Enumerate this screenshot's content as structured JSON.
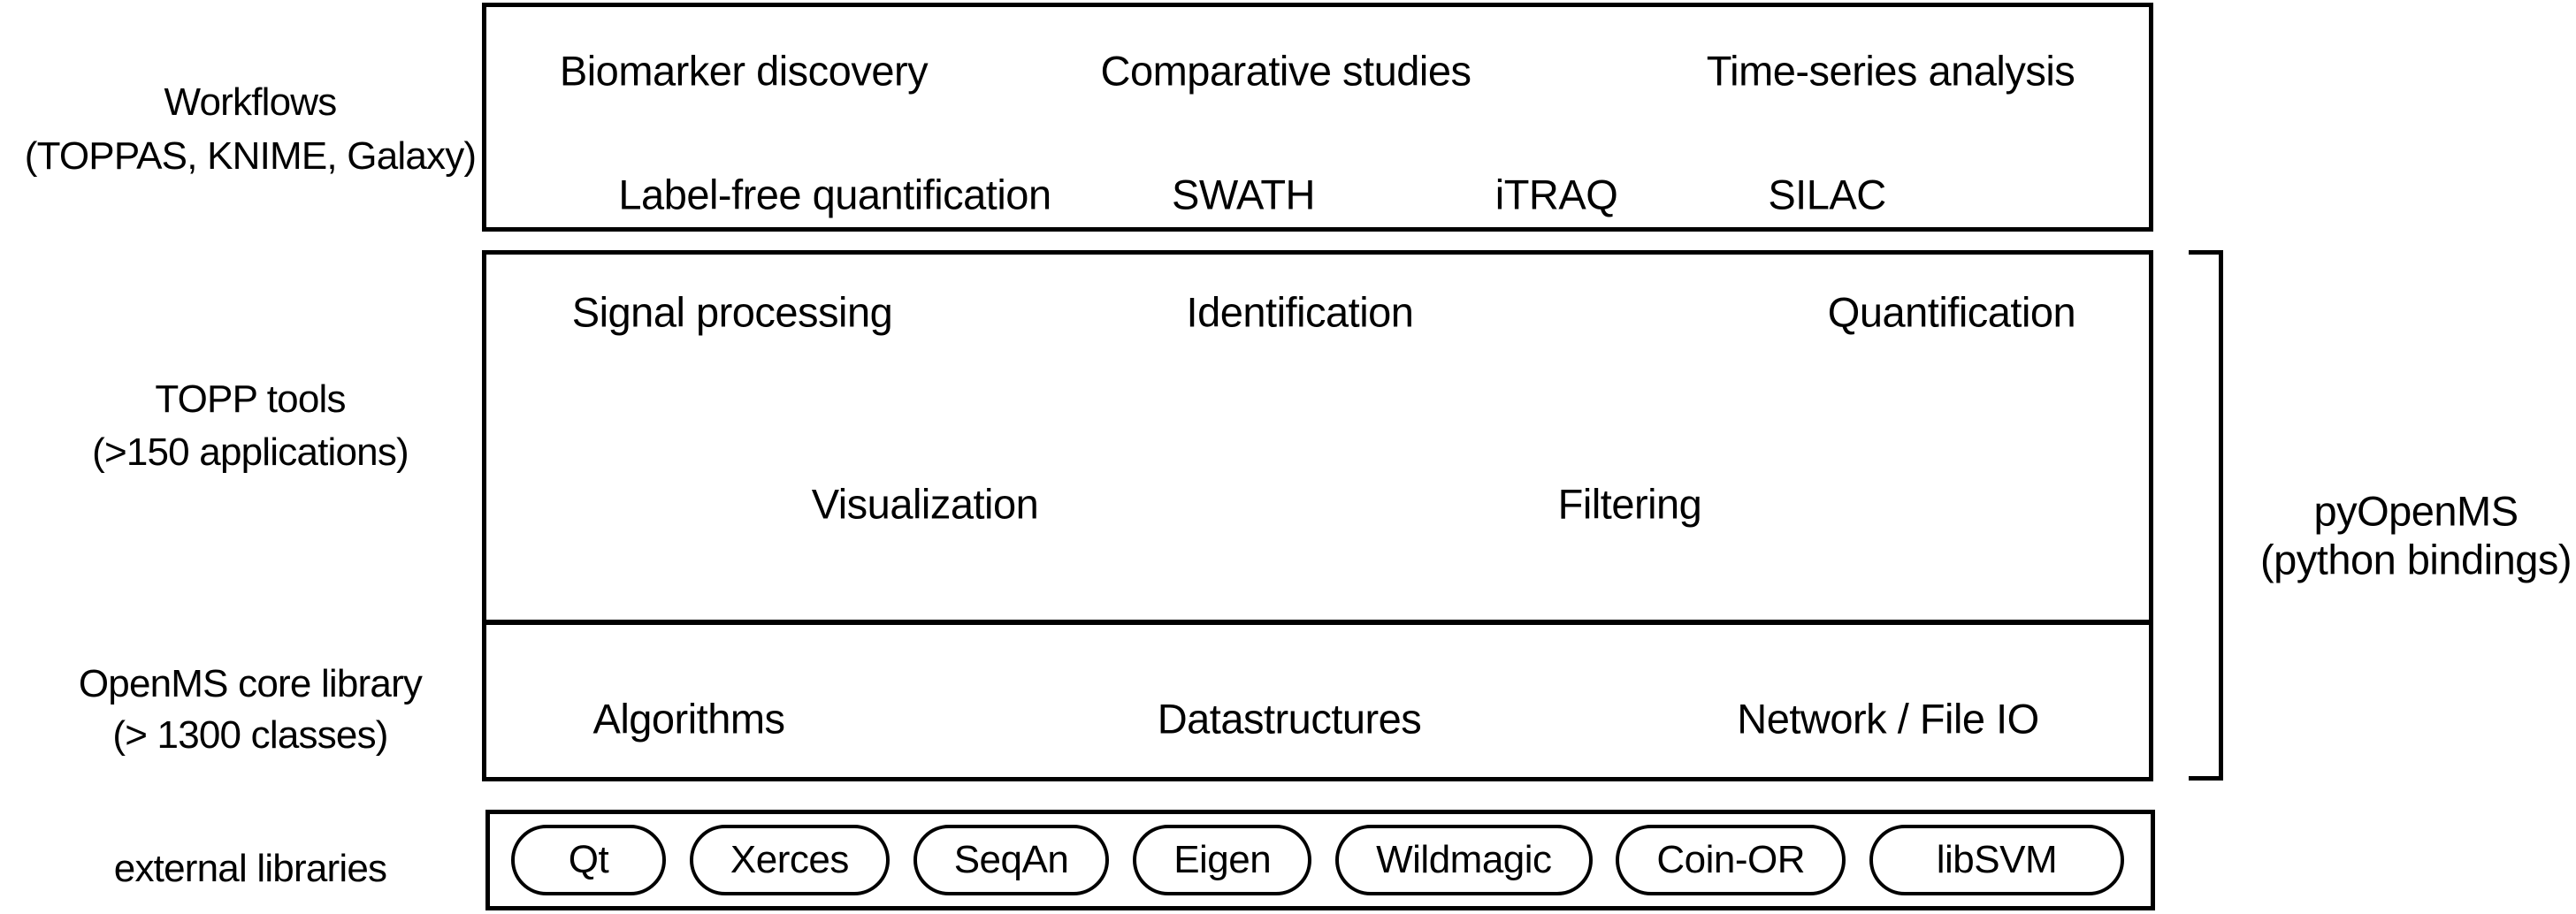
{
  "figure": {
    "title": "OpenMS architecture diagram",
    "background_color": "#ffffff",
    "ink_color": "#000000"
  },
  "left_labels": {
    "workflows_line1": "Workflows",
    "workflows_line2": "(TOPPAS, KNIME, Galaxy)",
    "topp_line1": "TOPP tools",
    "topp_line2": "(>150 applications)",
    "core_line1": "OpenMS core library",
    "core_line2": "(> 1300 classes)",
    "external_line1": "external libraries"
  },
  "workflows_box": {
    "items_row1": [
      "Biomarker discovery",
      "Comparative studies",
      "Time-series analysis"
    ],
    "items_row2": [
      "Label-free quantification",
      "SWATH",
      "iTRAQ",
      "SILAC"
    ]
  },
  "topp_box": {
    "items_row1": [
      "Signal processing",
      "Identification",
      "Quantification"
    ],
    "items_row2": [
      "Visualization",
      "Filtering"
    ]
  },
  "core_box": {
    "items": [
      "Algorithms",
      "Datastructures",
      "Network / File IO"
    ]
  },
  "external_box": {
    "pills": [
      "Qt",
      "Xerces",
      "SeqAn",
      "Eigen",
      "Wildmagic",
      "Coin-OR",
      "libSVM"
    ]
  },
  "pyopenms": {
    "line1": "pyOpenMS",
    "line2": "(python bindings)"
  }
}
